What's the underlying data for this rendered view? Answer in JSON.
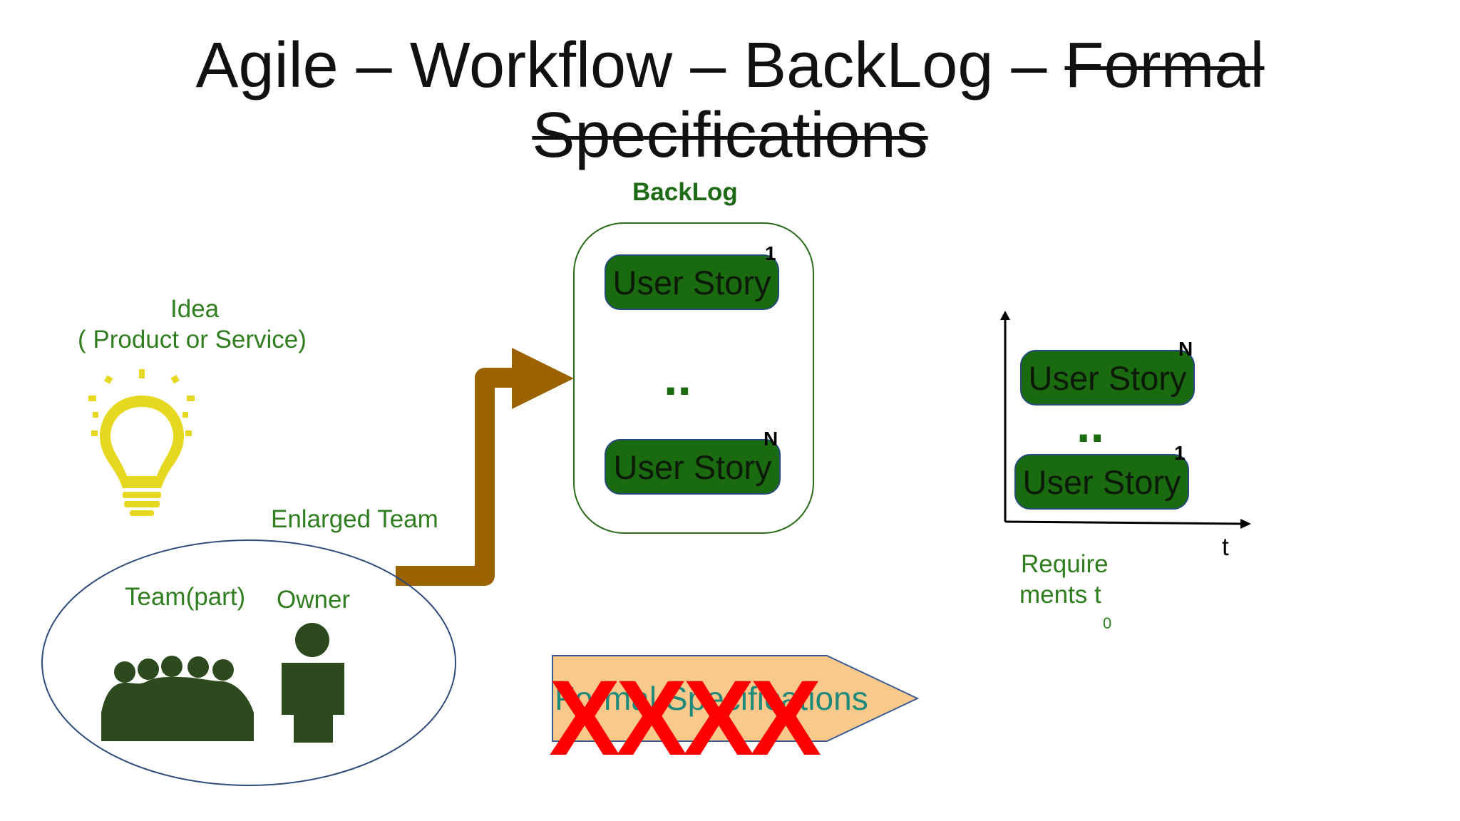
{
  "title": {
    "line1_plain": "Agile – Workflow – BackLog – ",
    "line1_struck": "Formal",
    "line2_struck": "Specifications"
  },
  "idea": {
    "line1": "Idea",
    "line2": "( Product or Service)",
    "icon": "lightbulb-icon"
  },
  "team": {
    "enlarged_label": "Enlarged Team",
    "part_label": "Team(part)",
    "owner_label": "Owner"
  },
  "backlog": {
    "heading": "BackLog",
    "story_top": {
      "label": "User Story",
      "index": "1"
    },
    "dots": "..",
    "story_bottom": {
      "label": "User Story",
      "index": "N"
    }
  },
  "timeline": {
    "story_top": {
      "label": "User Story",
      "index": "N"
    },
    "dots": "..",
    "story_bottom": {
      "label": "User Story",
      "index": "1"
    },
    "axis_t": "t",
    "req_line1": "Require",
    "req_line2": "ments t",
    "req_sub": "0"
  },
  "formal": {
    "text": "Formal Specifications",
    "crosses": "XXXX"
  },
  "colors": {
    "green_text": "#2f7d1f",
    "story_fill": "#1a6b10",
    "arrow_brown": "#9a6200",
    "cross_red": "#ff0000",
    "formal_fill": "#f9c98b"
  }
}
